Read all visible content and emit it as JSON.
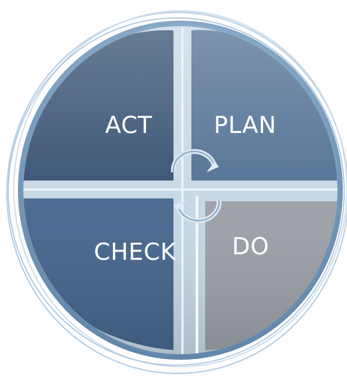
{
  "diagram": {
    "quadrants": [
      {
        "id": "act",
        "label": "ACT",
        "color": "#2f4a6c"
      },
      {
        "id": "plan",
        "label": "PLAN",
        "color": "#4b6a8f"
      },
      {
        "id": "check",
        "label": "CHECK",
        "color": "#44648b"
      },
      {
        "id": "do",
        "label": "DO",
        "color": "#9a9fa6"
      }
    ],
    "rim_color": "#7fa6c8",
    "center_icon": "cycle-arrows-icon"
  }
}
